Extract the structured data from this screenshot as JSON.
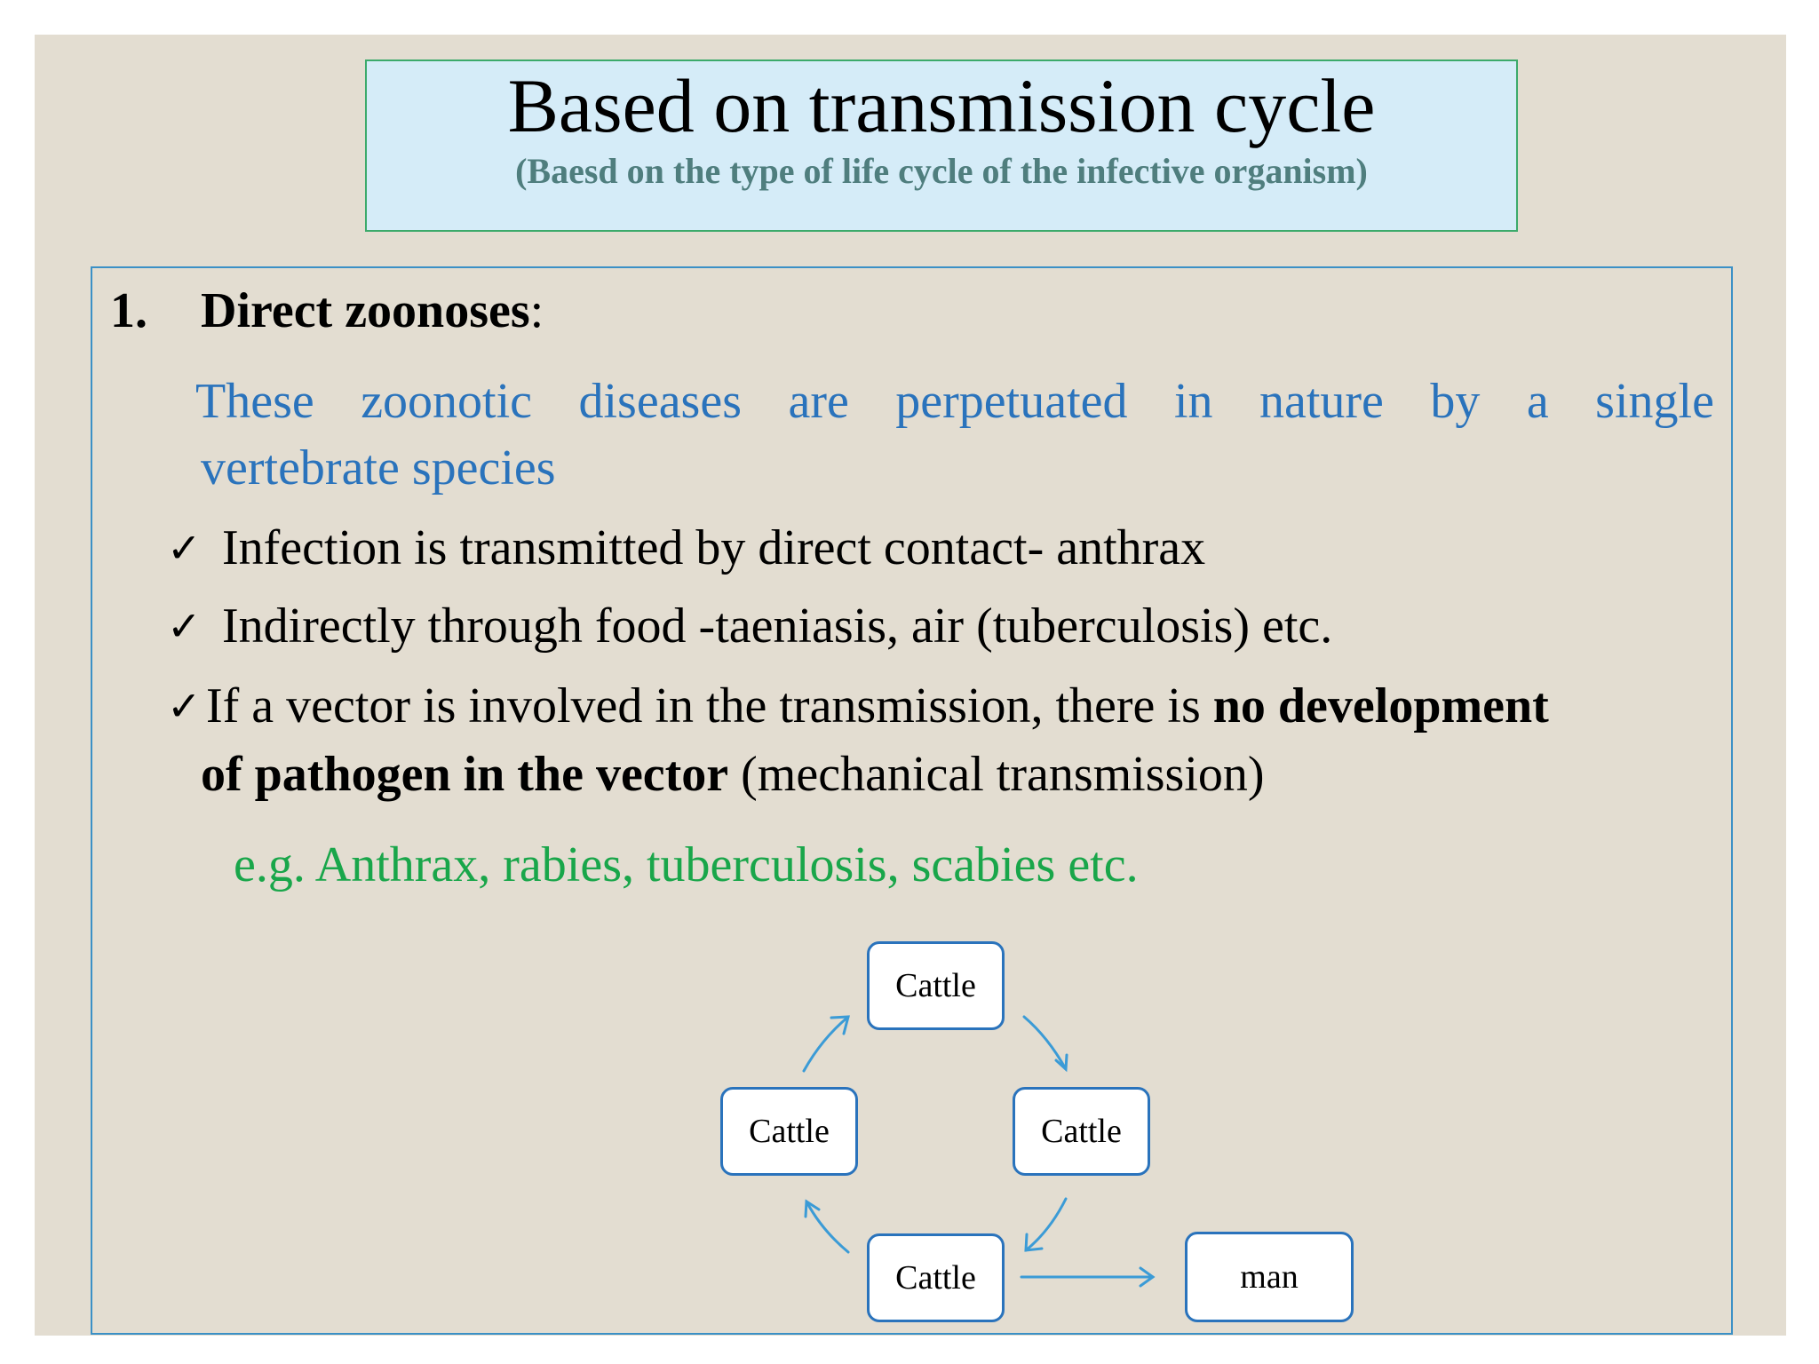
{
  "title": "Based on transmission cycle",
  "subtitle": "(Baesd on the type of life cycle of the infective organism)",
  "heading": {
    "number": "1.",
    "label": "Direct zoonoses",
    "suffix": ":"
  },
  "definition": {
    "line1_words": [
      "These",
      "zoonotic",
      "diseases",
      "are",
      "perpetuated",
      "in",
      "nature",
      "by",
      "a",
      "single"
    ],
    "line2": "vertebrate species"
  },
  "check_symbol": "✓",
  "bullets": {
    "b1": "Infection is transmitted by direct contact- anthrax",
    "b2": "Indirectly through food -taeniasis,  air (tuberculosis) etc.",
    "b3_part1": "If a vector is involved in the transmission, there is ",
    "b3_bold1": "no development",
    "b3_bold2": "of pathogen in the vector",
    "b3_part2": " (mechanical  transmission)"
  },
  "example": "e.g. Anthrax,  rabies, tuberculosis,  scabies etc.",
  "cycle": {
    "top": "Cattle",
    "left": "Cattle",
    "right": "Cattle",
    "bottom": "Cattle",
    "man": "man"
  },
  "colors": {
    "slide_bg": "#e3ddd1",
    "title_box_bg": "#d5ecf8",
    "title_box_border": "#3caa6b",
    "subtitle": "#4f7e7e",
    "definition": "#2a73bc",
    "example": "#19a64a",
    "arrow": "#3b9bd6"
  }
}
